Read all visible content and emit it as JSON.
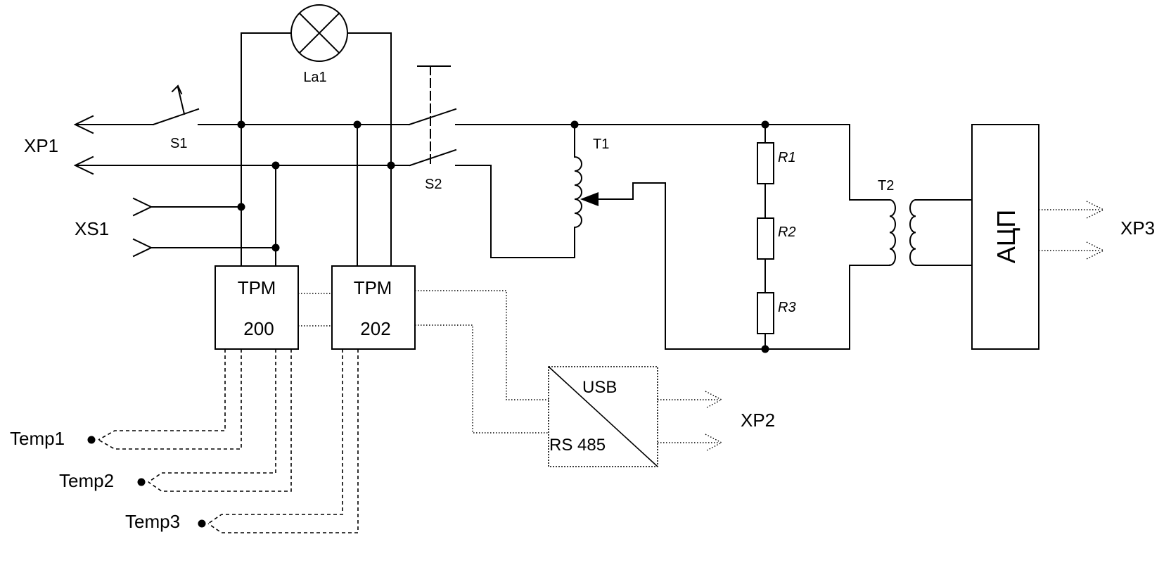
{
  "labels": {
    "lamp": "La1",
    "switch_s1": "S1",
    "switch_s2": "S2",
    "plug_xp1": "XP1",
    "socket_xs1": "XS1",
    "transformer_t1": "T1",
    "transformer_t2": "T2",
    "resistor_r1": "R1",
    "resistor_r2": "R2",
    "resistor_r3": "R3",
    "adc": "АЦП",
    "output_xp3": "XP3",
    "output_xp2": "XP2",
    "converter_usb": "USB",
    "converter_rs485": "RS 485",
    "temp1": "Temp1",
    "temp2": "Temp2",
    "temp3": "Temp3"
  },
  "controllers": [
    {
      "title": "ТРМ",
      "model": "200"
    },
    {
      "title": "ТРМ",
      "model": "202"
    }
  ]
}
